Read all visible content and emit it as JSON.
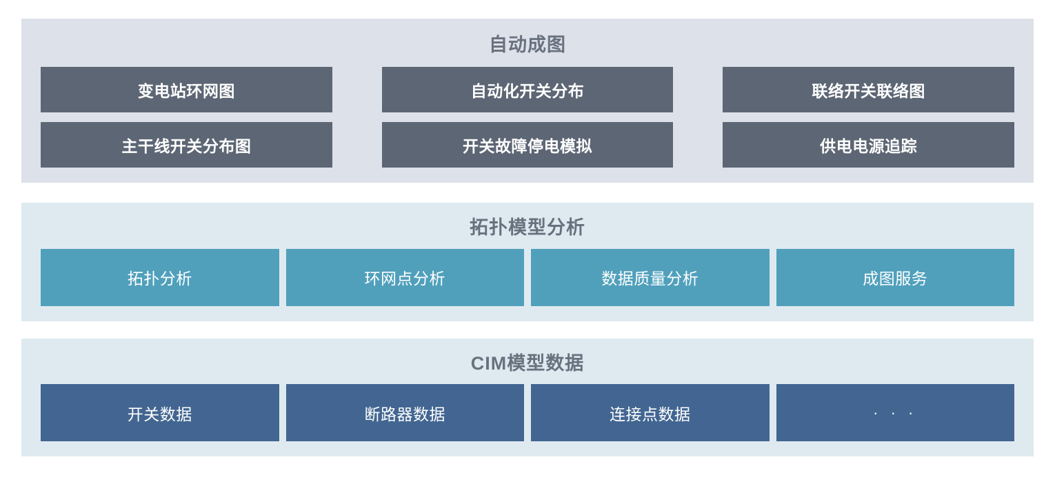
{
  "colors": {
    "page_background": "#ffffff",
    "panel_automap_background": "#dde1e9",
    "panel_topology_background": "#dfeaf0",
    "panel_cim_background": "#dfeaf0",
    "tile_dark": "#5d6674",
    "tile_teal": "#50a0bc",
    "tile_blue": "#426691",
    "title_text": "#69717f",
    "tile_text": "#ffffff"
  },
  "panels": {
    "automap": {
      "title": "自动成图",
      "rows": [
        [
          {
            "label": "变电站环网图"
          },
          {
            "label": "自动化开关分布"
          },
          {
            "label": "联络开关联络图"
          }
        ],
        [
          {
            "label": "主干线开关分布图"
          },
          {
            "label": "开关故障停电模拟"
          },
          {
            "label": "供电电源追踪"
          }
        ]
      ]
    },
    "topology": {
      "title": "拓扑模型分析",
      "tiles": [
        {
          "label": "拓扑分析"
        },
        {
          "label": "环网点分析"
        },
        {
          "label": "数据质量分析"
        },
        {
          "label": "成图服务"
        }
      ]
    },
    "cim": {
      "title": "CIM模型数据",
      "tiles": [
        {
          "label": "开关数据"
        },
        {
          "label": "断路器数据"
        },
        {
          "label": "连接点数据"
        },
        {
          "label": "· · ·"
        }
      ]
    }
  }
}
